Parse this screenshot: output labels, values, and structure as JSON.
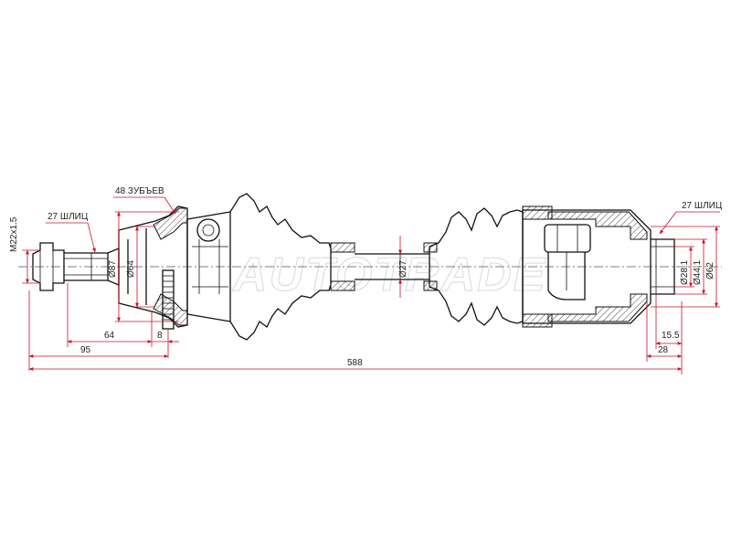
{
  "watermark": "AUTOTRADE",
  "labels": {
    "thread": "M22x1.5",
    "splines_outer": "27 ШЛИЦ",
    "teeth": "48 ЗУБЪЕВ",
    "splines_inner": "27 ШЛИЦ"
  },
  "dimensions": {
    "d87": "Ø87",
    "d64": "Ø64",
    "d27": "Ø27",
    "d28_1": "Ø28.1",
    "d44_1": "Ø44.1",
    "d62": "Ø62",
    "len64": "64",
    "len8": "8",
    "len95": "95",
    "len588": "588",
    "len15_5": "15.5",
    "len28": "28"
  },
  "colors": {
    "dimension_line": "#c8102e",
    "outline": "#111111"
  }
}
